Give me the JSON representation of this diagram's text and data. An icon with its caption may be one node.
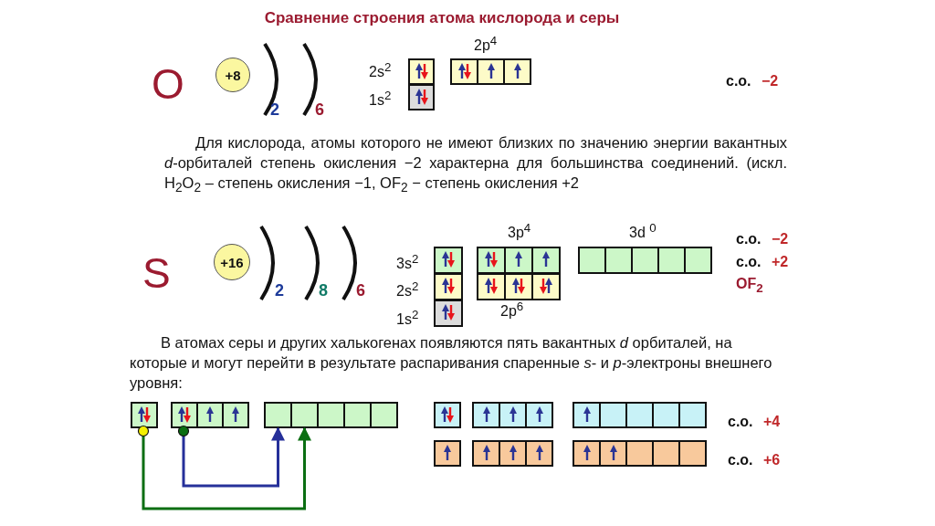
{
  "diagram": {
    "title": "Сравнение строения атома кислорода и серы",
    "nodes": [
      {
        "text": [
          "+8"
        ]
      },
      {
        "text": [
          "+16"
        ]
      },
      {
        "text": [],
        "shape": "box"
      },
      {
        "text": [],
        "shape": "box"
      },
      {
        "text": [],
        "shape": "box"
      },
      {
        "text": [],
        "shape": "box"
      }
    ],
    "edges": [
      {
        "from": 3,
        "to": 4,
        "arrow": "to",
        "color": "#26309a"
      },
      {
        "from": 2,
        "to": 5,
        "arrow": "to",
        "color": "#0b6e12"
      }
    ],
    "labels": [
      "O",
      "2",
      "6",
      "2p$^{4}$",
      "2s$^{2}$",
      "1s$^{2}$",
      "с.о.",
      "−2",
      "Для кислорода, атомы которого не имеют близких по значению энергии вакантных *d*-орбиталей степень окисления −2 характерна для большинства соединений. (искл. H$_{2}$O$_{2}$ – степень окисления −1,   OF$_{2}$ − степень окисления +2",
      "S",
      "2",
      "8",
      "6",
      "3p$^{4}$",
      "3d $^{0}$",
      "3s$^{2}$",
      "2s$^{2}$",
      "1s$^{2}$",
      "2p$^{6}$",
      "с.о.",
      "−2",
      "с.о.",
      "+2",
      "OF$_{2}$",
      "В атомах серы и других халькогенах появляются пять вакантных *d* орбиталей, на которые и могут перейти в результате распаривания спаренные *s*- и *p*-электроны внешнего уровня:",
      "с.о.",
      "+4",
      "с.о.",
      "+6"
    ]
  }
}
